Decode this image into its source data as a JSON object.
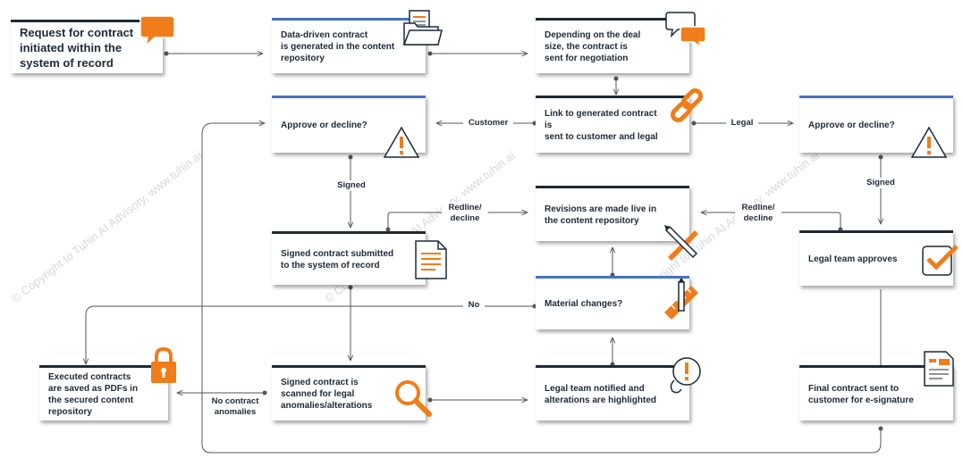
{
  "watermark": "© Copyright to Tuhin AI Advisory, www.tuhin.ai",
  "boxes": {
    "request": "Request for contract\ninitiated within the\nsystem of record",
    "generated": "Data-driven contract\nis generated in the content\nrepository",
    "negotiation": "Depending on the deal\nsize, the contract is\nsent for negotiation",
    "approve_customer": "Approve or decline?",
    "link": "Link to generated contract\nis\nsent to customer and legal",
    "approve_legal": "Approve or decline?",
    "revisions": "Revisions are made live in\nthe content repository",
    "submitted": "Signed contract submitted\nto the system of record",
    "legal_approves": "Legal team approves",
    "material": "Material changes?",
    "executed": "Executed contracts\nare saved as PDFs in\nthe secured content\nrepository",
    "scanned": "Signed contract is\nscanned for legal\nanomalies/alterations",
    "notified": "Legal team notified and\nalterations are highlighted",
    "final": "Final contract sent to\ncustomer for e-signature"
  },
  "labels": {
    "customer": "Customer",
    "legal": "Legal",
    "signed_left": "Signed",
    "signed_right": "Signed",
    "redline_left": "Redline/\ndecline",
    "redline_right": "Redline/\ndecline",
    "no": "No",
    "no_anomalies": "No contract\nanomalies"
  },
  "colors": {
    "accent": "#f07d19",
    "dark": "#1c2a38",
    "blue": "#4472c4",
    "line": "#555555"
  },
  "icons": [
    "chat-bubble-icon",
    "folder-icon",
    "chat-bubbles-icon",
    "warning-icon",
    "link-icon",
    "warning-icon",
    "pencil-ruler-icon",
    "document-icon",
    "checkmark-icon",
    "ruler-pencil-icon",
    "lock-icon",
    "magnifier-icon",
    "alert-bell-icon",
    "invoice-icon"
  ]
}
